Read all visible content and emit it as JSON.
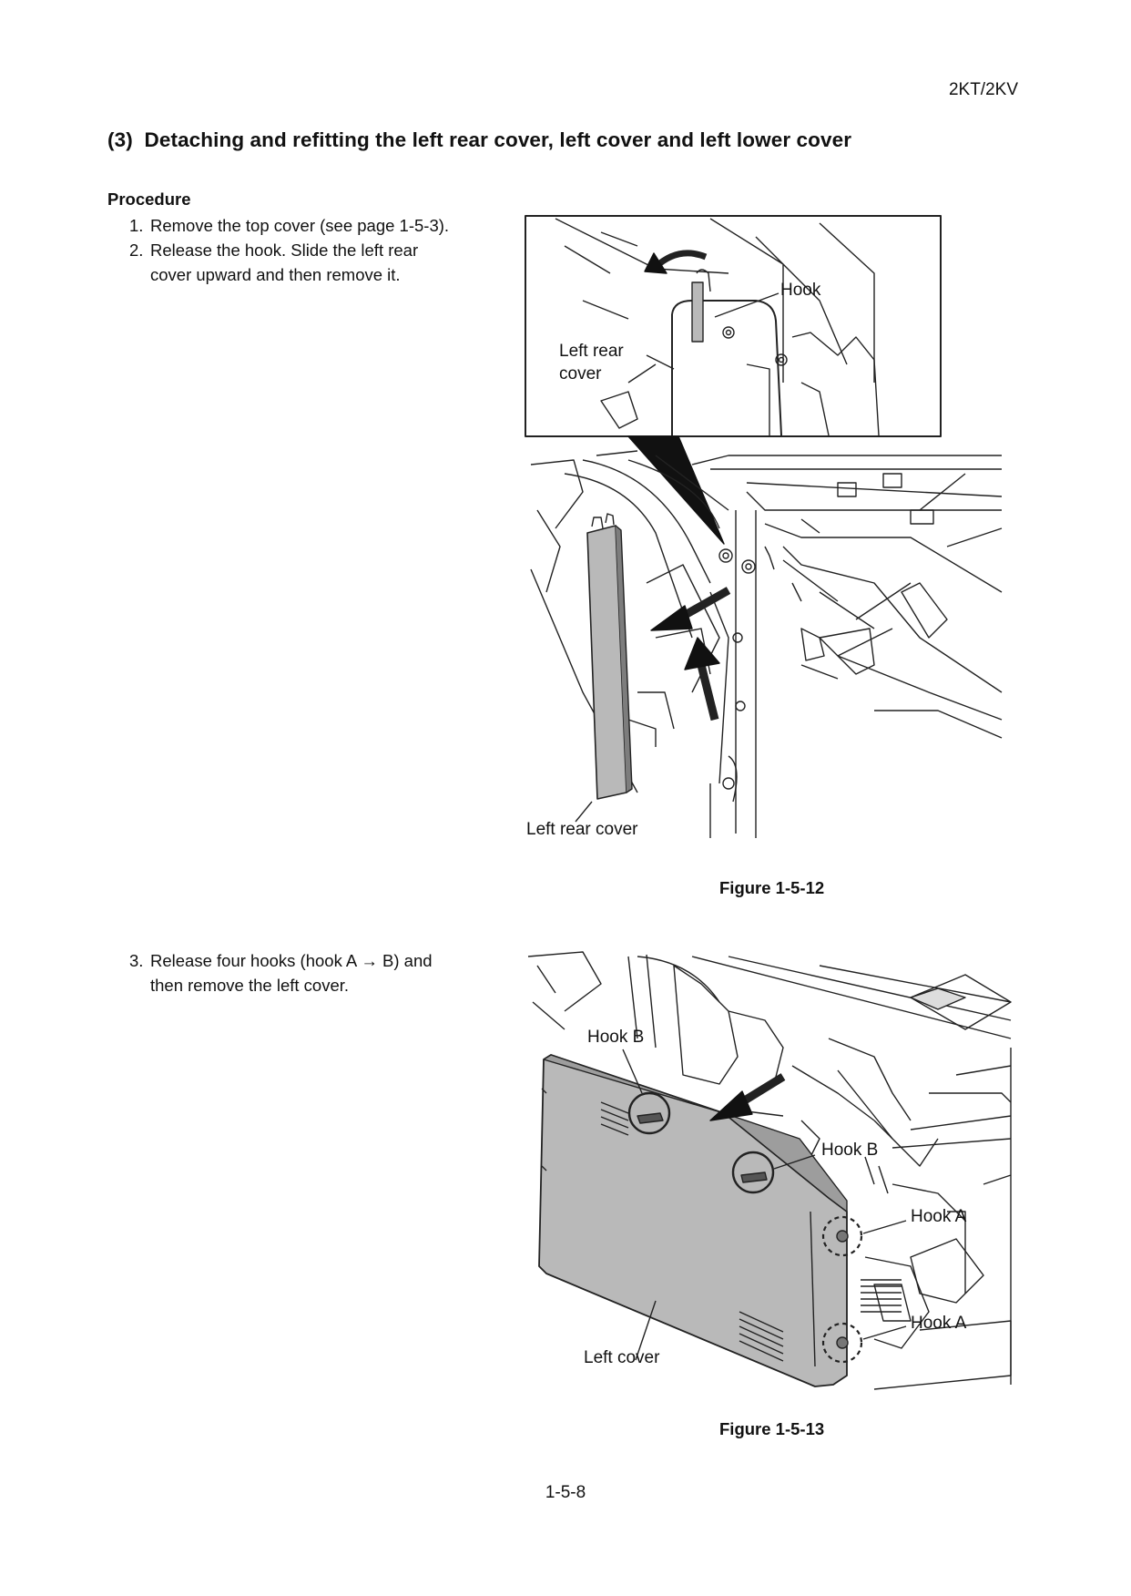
{
  "header": {
    "model": "2KT/2KV"
  },
  "section": {
    "number": "(3)",
    "title": "Detaching and refitting the left rear cover, left cover and left lower cover"
  },
  "procedure": {
    "label": "Procedure",
    "steps": [
      {
        "num": "1.",
        "lines": [
          "Remove the top cover (see page 1-5-3)."
        ]
      },
      {
        "num": "2.",
        "lines": [
          "Release the hook. Slide the left rear",
          "cover upward and then remove it."
        ]
      },
      {
        "num": "3.",
        "lines": [
          "Release four hooks (hook A → B) and",
          "then remove the left cover."
        ]
      }
    ]
  },
  "figure1": {
    "caption": "Figure 1-5-12",
    "labels": {
      "hook": "Hook",
      "left_rear_cover_inset": [
        "Left rear",
        "cover"
      ],
      "left_rear_cover": "Left rear cover"
    }
  },
  "figure2": {
    "caption": "Figure 1-5-13",
    "labels": {
      "hook_b_1": "Hook B",
      "hook_b_2": "Hook B",
      "hook_a_1": "Hook A",
      "hook_a_2": "Hook A",
      "left_cover": "Left cover"
    }
  },
  "footer": {
    "page": "1-5-8"
  }
}
